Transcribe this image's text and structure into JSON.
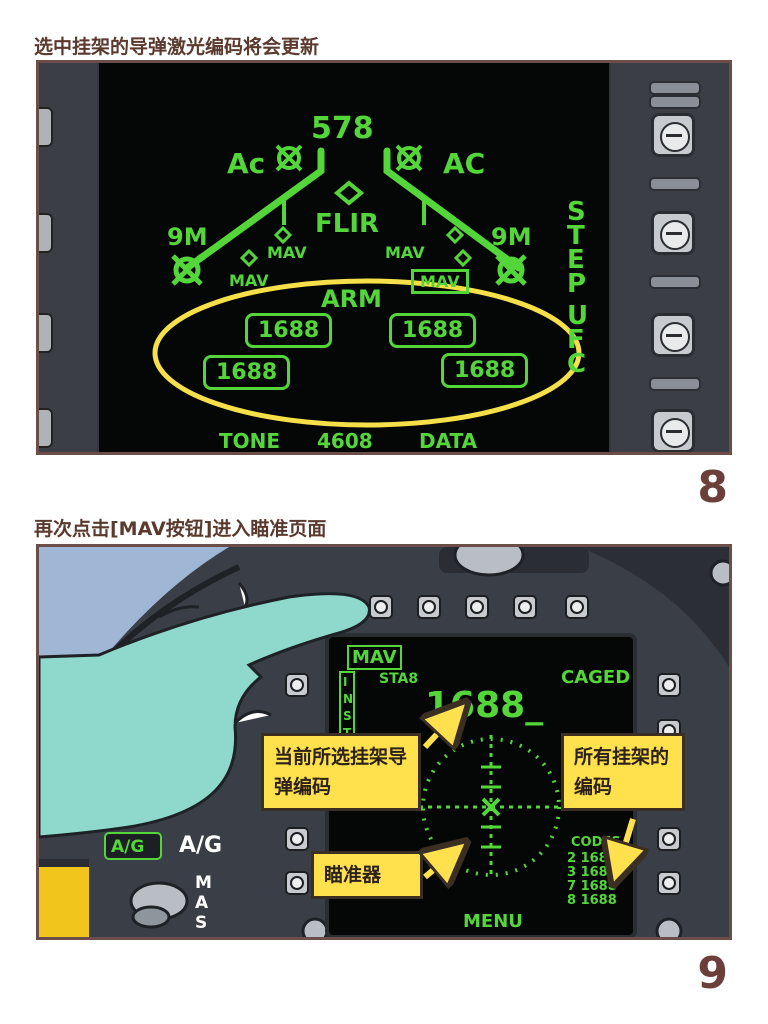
{
  "panel8": {
    "caption": "选中挂架的导弹激光编码将会更新",
    "number": "8",
    "screen": {
      "top_value": "578",
      "left_ac": "Ac",
      "right_ac": "AC",
      "flir": "FLIR",
      "left_9m": "9M",
      "right_9m": "9M",
      "mav_left_upper": "MAV",
      "mav_left_lower": "MAV",
      "mav_right_upper": "MAV",
      "mav_right_boxed": "MAV",
      "arm": "ARM",
      "codes": [
        "1688",
        "1688",
        "1688",
        "1688"
      ],
      "step": [
        "S",
        "T",
        "E",
        "P"
      ],
      "ufc": [
        "U",
        "F",
        "C"
      ],
      "tone": "TONE",
      "bottom_value": "4608",
      "data": "DATA"
    }
  },
  "panel9": {
    "caption": "再次点击[MAV按钮]进入瞄准页面",
    "number": "9",
    "screen": {
      "mav": "MAV",
      "inst": [
        "I",
        "N",
        "S",
        "T"
      ],
      "sta": "STA8",
      "caged": "CAGED",
      "current_code": "1688_",
      "codes_title": "CODES",
      "codes_list": [
        "2 1688",
        "3 1688",
        "7 1688",
        "8 1688"
      ],
      "menu": "MENU"
    },
    "panel_labels": {
      "ag_box": "A/G",
      "ag": "A/G",
      "mas": [
        "M",
        "A",
        "S"
      ]
    },
    "callouts": {
      "current_code": "当前所选挂架导弹编码",
      "all_codes": "所有挂架的编码",
      "reticle": "瞄准器"
    }
  },
  "colors": {
    "hud_green": "#54d63b",
    "highlight_yellow": "#f5e04a",
    "callout_yellow": "#ffe04d",
    "hand_teal": "#8fd9cc"
  }
}
